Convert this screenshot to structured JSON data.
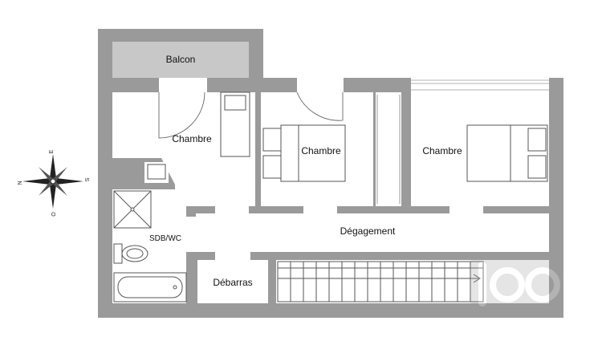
{
  "rooms": {
    "balcon": "Balcon",
    "chambre_1": "Chambre",
    "chambre_2": "Chambre",
    "chambre_3": "Chambre",
    "sdb_wc": "SDB/WC",
    "degagement": "Dégagement",
    "debarras": "Débarras"
  },
  "compass": {
    "n": "N",
    "s": "S",
    "e": "E",
    "o": "O"
  },
  "colors": {
    "wall": "#9a9a9a",
    "balcony_fill": "#c8c8c8",
    "fixture": "#555555",
    "background": "#ffffff"
  }
}
